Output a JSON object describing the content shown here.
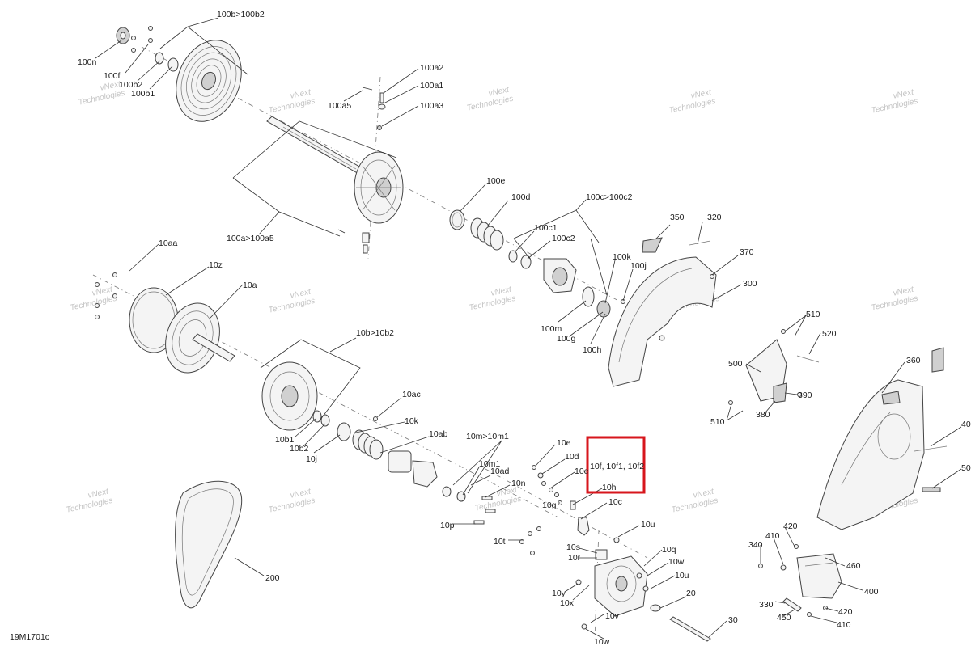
{
  "diagram": {
    "code": "19M1701c",
    "watermark_line1": "vNext",
    "watermark_line2": "Technologies",
    "highlight_label": "10f, 10f1, 10f2",
    "labels": {
      "l100b_100b2": "100b>100b2",
      "l100n": "100n",
      "l100f": "100f",
      "l100b2": "100b2",
      "l100b1": "100b1",
      "l100a2": "100a2",
      "l100a1": "100a1",
      "l100a5": "100a5",
      "l100a3": "100a3",
      "l100e": "100e",
      "l100d": "100d",
      "l100c_100c2": "100c>100c2",
      "l100c1": "100c1",
      "l100c2": "100c2",
      "l100k": "100k",
      "l100j": "100j",
      "l100m": "100m",
      "l100g": "100g",
      "l100h": "100h",
      "l100a_100a5": "100a>100a5",
      "l350": "350",
      "l320": "320",
      "l370": "370",
      "l300": "300",
      "l510a": "510",
      "l520": "520",
      "l500": "500",
      "l390": "390",
      "l510b": "510",
      "l380": "380",
      "l360": "360",
      "l40a": "40",
      "l50a": "50",
      "l10aa": "10aa",
      "l10z": "10z",
      "l10a": "10a",
      "l10b_10b2": "10b>10b2",
      "l10ac": "10ac",
      "l10k": "10k",
      "l10ab": "10ab",
      "l10m_10m1": "10m>10m1",
      "l10m1": "10m1",
      "l10ad": "10ad",
      "l10n": "10n",
      "l10b1": "10b1",
      "l10b2": "10b2",
      "l10j": "10j",
      "l10p": "10p",
      "l10e_a": "10e",
      "l10d": "10d",
      "l10e_b": "10e",
      "l10g": "10g",
      "l10h": "10h",
      "l10c": "10c",
      "l10u_a": "10u",
      "l10t": "10t",
      "l10s": "10s",
      "l10r": "10r",
      "l10q": "10q",
      "l10w_a": "10w",
      "l10u_b": "10u",
      "l10y": "10y",
      "l10x": "10x",
      "l10v": "10v",
      "l10w_b": "10w",
      "l20": "20",
      "l30": "30",
      "l200": "200",
      "l420a": "420",
      "l410a": "410",
      "l340": "340",
      "l460": "460",
      "l400": "400",
      "l330": "330",
      "l450": "450",
      "l420b": "420",
      "l410b": "410"
    }
  }
}
